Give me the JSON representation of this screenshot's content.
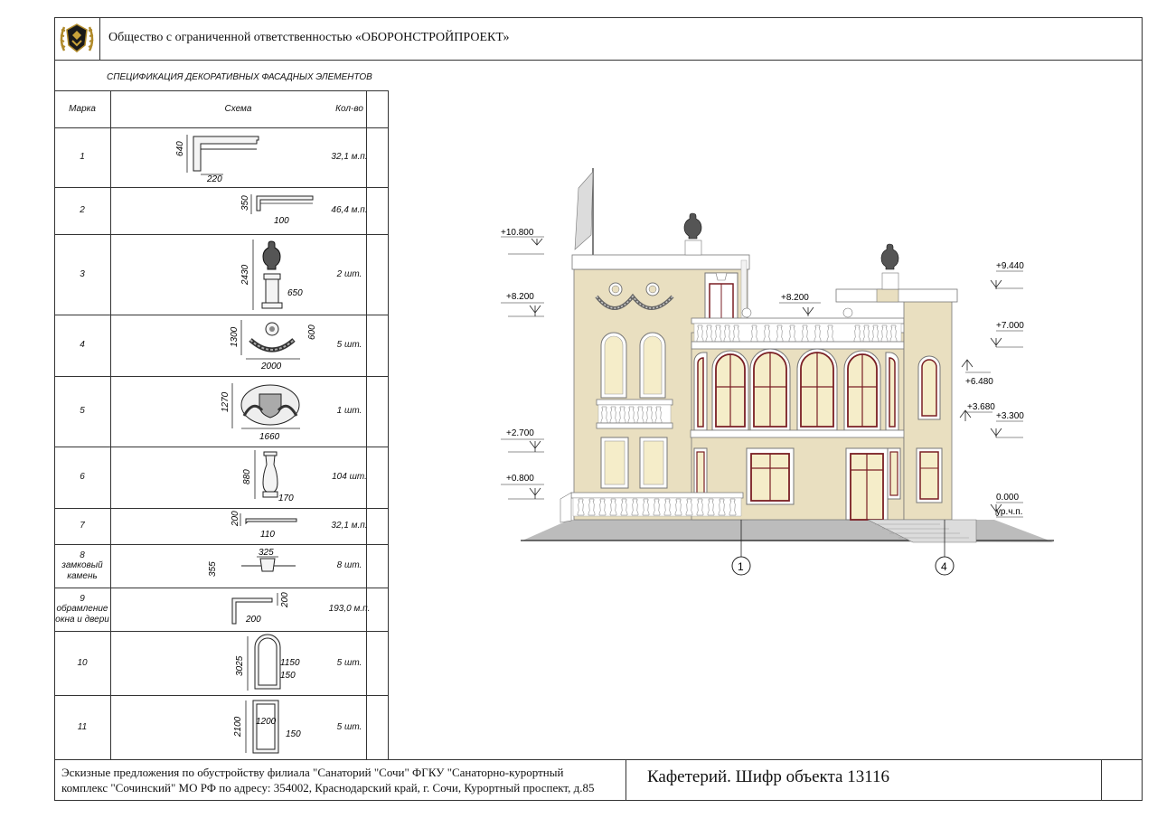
{
  "header": {
    "company": "Общество с ограниченной ответственностью «ОБОРОНСТРОЙПРОЕКТ»"
  },
  "spec": {
    "title": "СПЕЦИФИКАЦИЯ ДЕКОРАТИВНЫХ ФАСАДНЫХ ЭЛЕМЕНТОВ",
    "columns": [
      "Марка",
      "Схема",
      "Кол-во"
    ],
    "rows": [
      {
        "mark": "1",
        "dims": [
          "640",
          "220"
        ],
        "qty": "32,1  м.п."
      },
      {
        "mark": "2",
        "dims": [
          "350",
          "100"
        ],
        "qty": "46,4  м.п."
      },
      {
        "mark": "3",
        "dims": [
          "2430",
          "650"
        ],
        "qty": "2 шт."
      },
      {
        "mark": "4",
        "dims": [
          "1300",
          "600",
          "2000"
        ],
        "qty": "5 шт."
      },
      {
        "mark": "5",
        "dims": [
          "1270",
          "1660"
        ],
        "qty": "1 шт."
      },
      {
        "mark": "6",
        "dims": [
          "880",
          "170"
        ],
        "qty": "104 шт."
      },
      {
        "mark": "7",
        "dims": [
          "200",
          "110"
        ],
        "qty": "32,1  м.п."
      },
      {
        "mark": "8\nзамковый\nкамень",
        "dims": [
          "325",
          "355"
        ],
        "qty": "8 шт."
      },
      {
        "mark": "9\nобрамление\nокна и двери",
        "dims": [
          "200",
          "200"
        ],
        "qty": "193,0  м.п."
      },
      {
        "mark": "10",
        "dims": [
          "3025",
          "1150",
          "150"
        ],
        "qty": "5 шт."
      },
      {
        "mark": "11",
        "dims": [
          "2100",
          "1200",
          "150"
        ],
        "qty": "5 шт."
      }
    ]
  },
  "elevation": {
    "levels_left": [
      "+10.800",
      "+8.200",
      "+2.700",
      "+0.800"
    ],
    "levels_mid": [
      "+8.200"
    ],
    "levels_right": [
      "+9.440",
      "+7.000",
      "+6.480",
      "+3.680",
      "+3.300",
      "0.000",
      "ур.ч.п."
    ],
    "axes": [
      "1",
      "4"
    ],
    "colors": {
      "wall": "#e9dfc0",
      "frame": "#ffffff",
      "glass": "#f5edc9",
      "window_frame": "#7a1f24",
      "ground": "#bcbcbc",
      "shadow": "#cfc6a6"
    }
  },
  "footer": {
    "description_line1": "Эскизные предложения по обустройству филиала \"Санаторий \"Сочи\" ФГКУ \"Санаторно-курортный",
    "description_line2": "комплекс \"Сочинский\" МО РФ по адресу: 354002, Краснодарский край, г. Сочи,  Курортный проспект, д.85",
    "object": "Кафетерий. Шифр объекта 13116"
  }
}
